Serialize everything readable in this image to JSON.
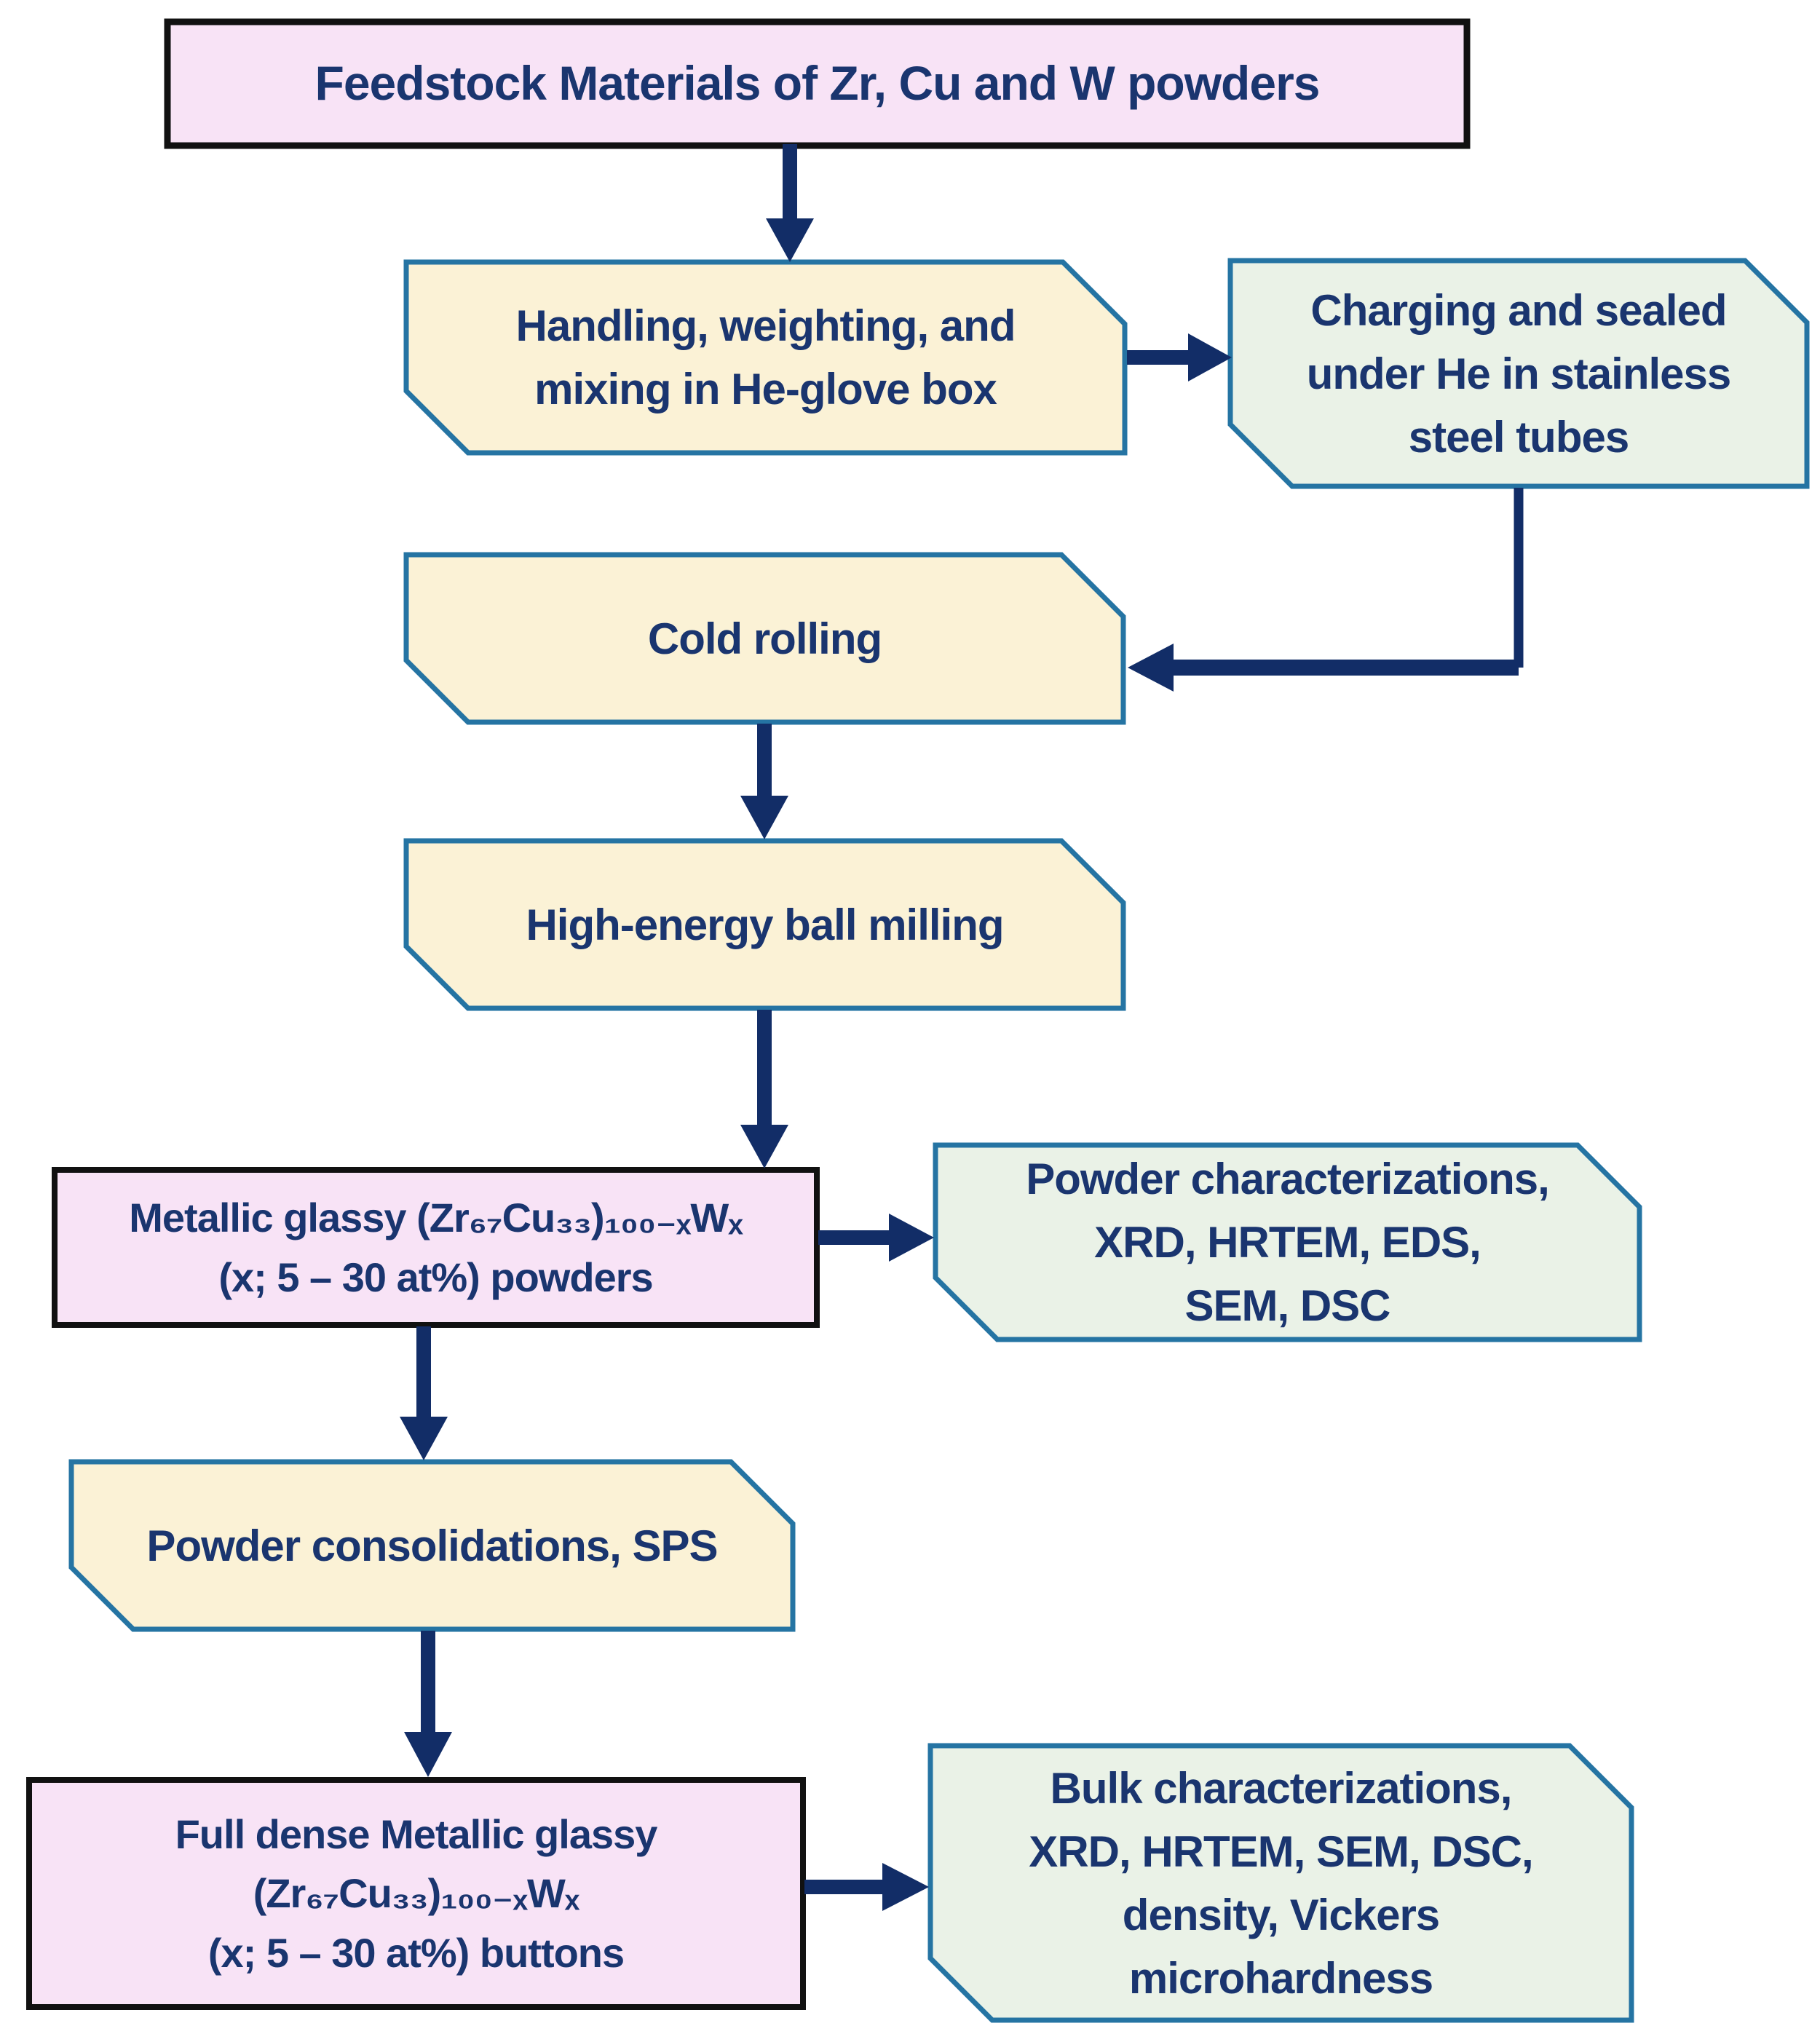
{
  "colors": {
    "pink_fill": "#f8e3f6",
    "cream_fill": "#fbf2d6",
    "mint_fill": "#eaf2e7",
    "blue_border": "#2574a3",
    "black_border": "#111111",
    "navy": "#122d67",
    "text_color": "#1a356f"
  },
  "nodes": {
    "feedstock": {
      "lines": [
        "Feedstock Materials of Zr, Cu and W powders"
      ]
    },
    "handling": {
      "lines": [
        "Handling, weighting, and",
        "mixing in He-glove box"
      ]
    },
    "charging": {
      "lines": [
        "Charging and sealed",
        "under He in stainless",
        "steel tubes"
      ]
    },
    "cold_rolling": {
      "lines": [
        "Cold rolling"
      ]
    },
    "ball_milling": {
      "lines": [
        "High-energy ball milling"
      ]
    },
    "mg_powders": {
      "lines": [
        "Metallic glassy (Zr₆₇Cu₃₃)₁₀₀₋ₓWₓ",
        "(x; 5 – 30 at%) powders"
      ]
    },
    "powder_char": {
      "lines": [
        "Powder characterizations,",
        "XRD, HRTEM, EDS,",
        "SEM, DSC"
      ]
    },
    "consolidation": {
      "lines": [
        "Powder consolidations, SPS"
      ]
    },
    "full_dense": {
      "lines": [
        "Full dense Metallic glassy",
        "(Zr₆₇Cu₃₃)₁₀₀₋ₓWₓ",
        "(x; 5 – 30 at%) buttons"
      ]
    },
    "bulk_char": {
      "lines": [
        "Bulk characterizations,",
        "XRD, HRTEM, SEM, DSC,",
        "density, Vickers",
        "microhardness"
      ]
    }
  },
  "edges": [
    {
      "from": "feedstock",
      "to": "handling"
    },
    {
      "from": "handling",
      "to": "charging"
    },
    {
      "from": "charging",
      "to": "cold_rolling"
    },
    {
      "from": "cold_rolling",
      "to": "ball_milling"
    },
    {
      "from": "ball_milling",
      "to": "mg_powders"
    },
    {
      "from": "mg_powders",
      "to": "powder_char"
    },
    {
      "from": "mg_powders",
      "to": "consolidation"
    },
    {
      "from": "consolidation",
      "to": "full_dense"
    },
    {
      "from": "full_dense",
      "to": "bulk_char"
    }
  ]
}
